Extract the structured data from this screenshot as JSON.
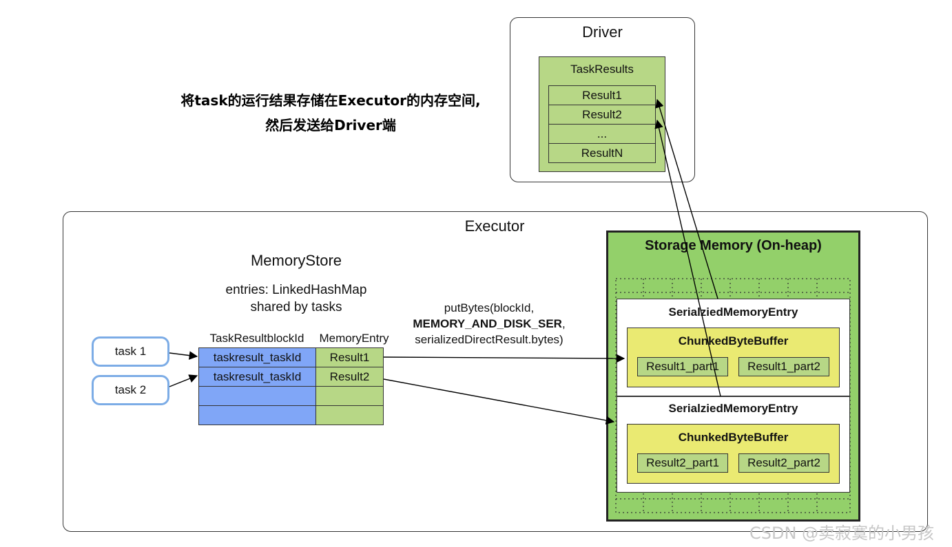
{
  "driver": {
    "title": "Driver",
    "task_results_label": "TaskResults",
    "results": [
      "Result1",
      "Result2",
      "...",
      "ResultN"
    ]
  },
  "annotation": {
    "line1": "将task的运行结果存储在Executor的内存空间,",
    "line2": "然后发送给Driver端"
  },
  "executor": {
    "title": "Executor",
    "memory_store": {
      "title": "MemoryStore",
      "desc_line1": "entries: LinkedHashMap",
      "desc_line2": "shared by tasks",
      "col_blockid": "TaskResultblockId",
      "col_entry": "MemoryEntry",
      "rows": [
        {
          "block": "taskresult_taskId",
          "entry": "Result1"
        },
        {
          "block": "taskresult_taskId",
          "entry": "Result2"
        },
        {
          "block": "",
          "entry": ""
        },
        {
          "block": "",
          "entry": ""
        }
      ]
    },
    "tasks": [
      "task 1",
      "task 2"
    ],
    "put_bytes": {
      "line1": "putBytes(blockId,",
      "line2": "MEMORY_AND_DISK_SER",
      "line2_suffix": ",",
      "line3": "serializedDirectResult.bytes)"
    },
    "storage_memory": {
      "title": "Storage Memory (On-heap)",
      "entries": [
        {
          "title": "SerialziedMemoryEntry",
          "buffer_title": "ChunkedByteBuffer",
          "parts": [
            "Result1_part1",
            "Result1_part2"
          ]
        },
        {
          "title": "SerialziedMemoryEntry",
          "buffer_title": "ChunkedByteBuffer",
          "parts": [
            "Result2_part1",
            "Result2_part2"
          ]
        }
      ]
    }
  },
  "watermark": "CSDN @卖寂寞的小男孩",
  "colors": {
    "result_green": "#b7d786",
    "storage_green": "#93d06a",
    "block_blue": "#80a6f7",
    "task_border": "#7cace6",
    "buffer_yellow": "#eaea72"
  }
}
